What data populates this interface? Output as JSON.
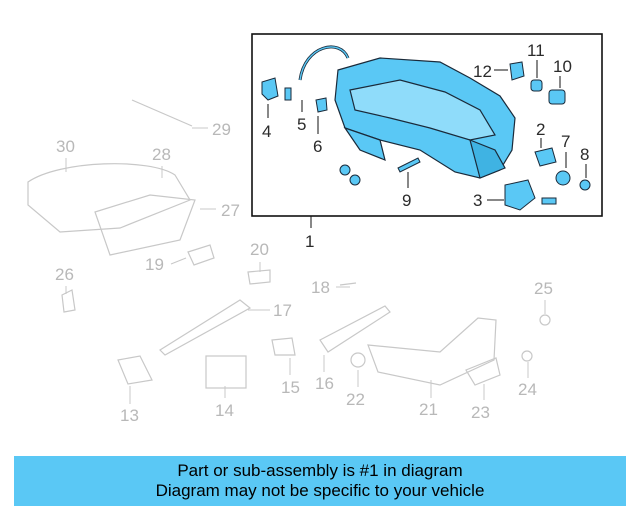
{
  "diagram": {
    "highlight_color": "#5ac8f5",
    "callouts_highlighted": [
      "1",
      "2",
      "3",
      "4",
      "5",
      "6",
      "7",
      "8",
      "9",
      "10",
      "11",
      "12"
    ],
    "callouts_greyed": [
      "13",
      "14",
      "15",
      "16",
      "17",
      "18",
      "19",
      "20",
      "21",
      "22",
      "23",
      "24",
      "25",
      "26",
      "27",
      "28",
      "29",
      "30"
    ]
  },
  "banner": {
    "line1": "Part or sub-assembly is #1 in diagram",
    "line2": "Diagram may not be specific to your vehicle"
  }
}
